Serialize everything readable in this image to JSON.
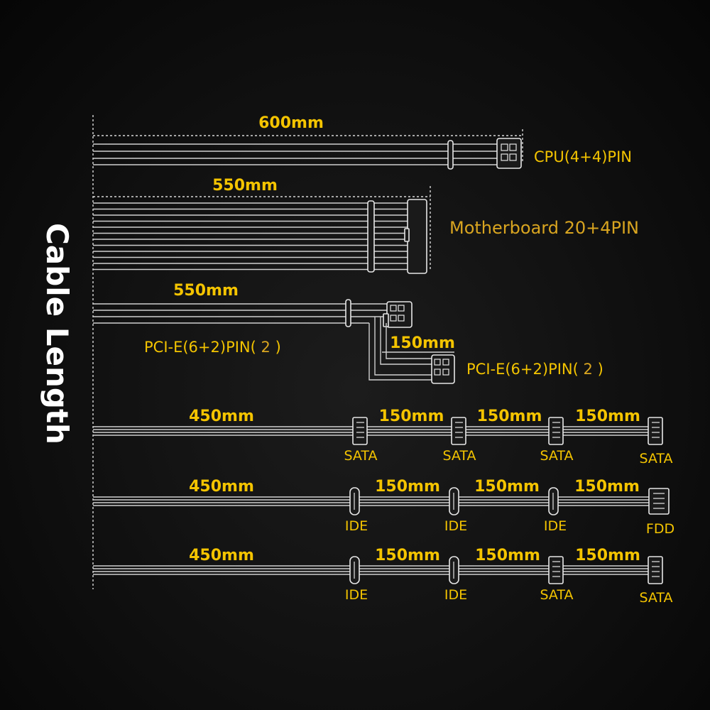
{
  "title": "Cable Length",
  "colors": {
    "label": "#f4c400",
    "motherboard_label": "#d9a520",
    "wire": "#cfcfcf",
    "title": "#ffffff"
  },
  "cables": {
    "cpu": {
      "length": "600mm",
      "label": "CPU(4+4)PIN"
    },
    "motherboard": {
      "length": "550mm",
      "label": "Motherboard 20+4PIN"
    },
    "pcie": {
      "length": "550mm",
      "label": "PCI-E(6+2)PIN",
      "count": "2",
      "branch_length": "150mm",
      "branch_label": "PCI-E(6+2)PIN",
      "branch_count": "2"
    },
    "sata_run": {
      "length": "450mm",
      "segments": [
        "150mm",
        "150mm",
        "150mm"
      ],
      "connectors": [
        "SATA",
        "SATA",
        "SATA",
        "SATA"
      ]
    },
    "ide_fdd_run": {
      "length": "450mm",
      "segments": [
        "150mm",
        "150mm",
        "150mm"
      ],
      "connectors": [
        "IDE",
        "IDE",
        "IDE",
        "FDD"
      ]
    },
    "ide_sata_run": {
      "length": "450mm",
      "segments": [
        "150mm",
        "150mm",
        "150mm"
      ],
      "connectors": [
        "IDE",
        "IDE",
        "SATA",
        "SATA"
      ]
    }
  }
}
